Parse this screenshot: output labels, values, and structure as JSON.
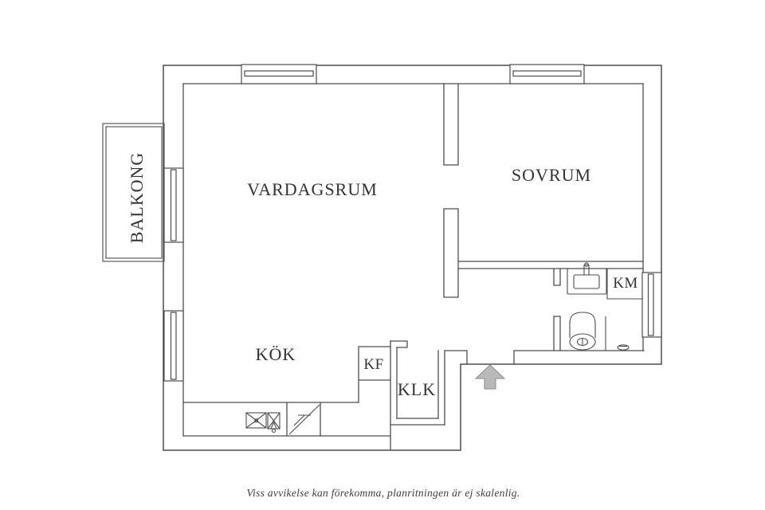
{
  "plan": {
    "line_color": "#4d4d4d",
    "text_color": "#333333",
    "arrow_color": "#b9b9b9",
    "arrow_border_color": "#8e8e8e",
    "rooms": {
      "balcony": "BALKONG",
      "living_room": "VARDAGSRUM",
      "bedroom": "SOVRUM",
      "kitchen": "KÖK",
      "fridge_freezer": "KF",
      "closet": "KLK",
      "washing_machine": "KM"
    },
    "fixtures": {
      "stove": "stove-icon",
      "kitchen_sink": "sink-icon",
      "dishwasher_mark": "diagonal-mark-icon",
      "washbasin": "washbasin-icon",
      "toilet": "toilet-icon",
      "floor_drain": "floor-drain-icon",
      "entrance": "entrance-arrow-icon"
    }
  },
  "footer": {
    "disclaimer": "Viss avvikelse kan förekomma, planritningen är ej skalenlig."
  }
}
